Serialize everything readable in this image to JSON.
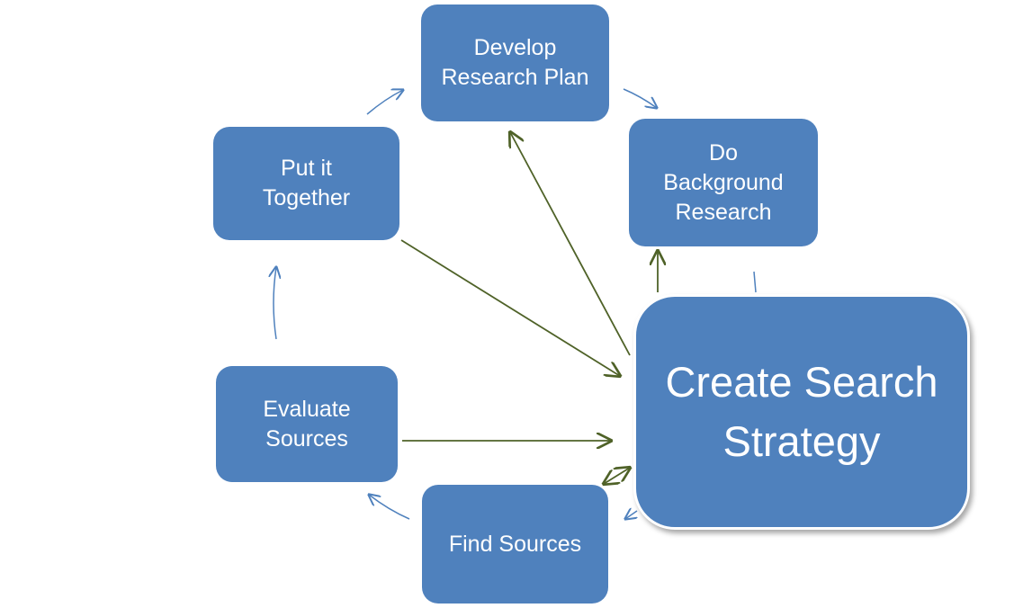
{
  "diagram": {
    "nodes": {
      "develop_plan": "Develop Research Plan",
      "background": "Do Background Research",
      "put_together": "Put it Together",
      "evaluate": "Evaluate Sources",
      "find": "Find Sources",
      "strategy": "Create Search Strategy"
    },
    "colors": {
      "box": "#4f81bd",
      "cycle_arrow": "#4f81bd",
      "hub_arrow": "#4f6228",
      "text": "#ffffff"
    }
  }
}
